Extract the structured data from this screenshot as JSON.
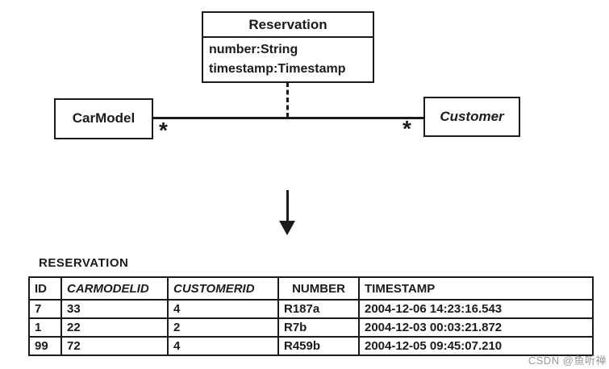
{
  "figure": {
    "uml": {
      "reservation": {
        "title": "Reservation",
        "attributes": [
          "number:String",
          "timestamp:Timestamp"
        ]
      },
      "car_model": {
        "title": "CarModel"
      },
      "customer": {
        "title": "Customer"
      },
      "multiplicity_left": "*",
      "multiplicity_right": "*"
    },
    "table": {
      "title": "RESERVATION",
      "columns": [
        "ID",
        "CARMODELID",
        "CUSTOMERID",
        "NUMBER",
        "TIMESTAMP"
      ],
      "rows": [
        [
          "7",
          "33",
          "4",
          "R187a",
          "2004-12-06 14:23:16.543"
        ],
        [
          "1",
          "22",
          "2",
          "R7b",
          "2004-12-03 00:03:21.872"
        ],
        [
          "99",
          "72",
          "4",
          "R459b",
          "2004-12-05 09:45:07.210"
        ]
      ]
    },
    "watermark": "CSDN @鱼听禅"
  },
  "colors": {
    "ink": "#1b1b1b",
    "watermark": "#999999",
    "background": "#ffffff"
  }
}
